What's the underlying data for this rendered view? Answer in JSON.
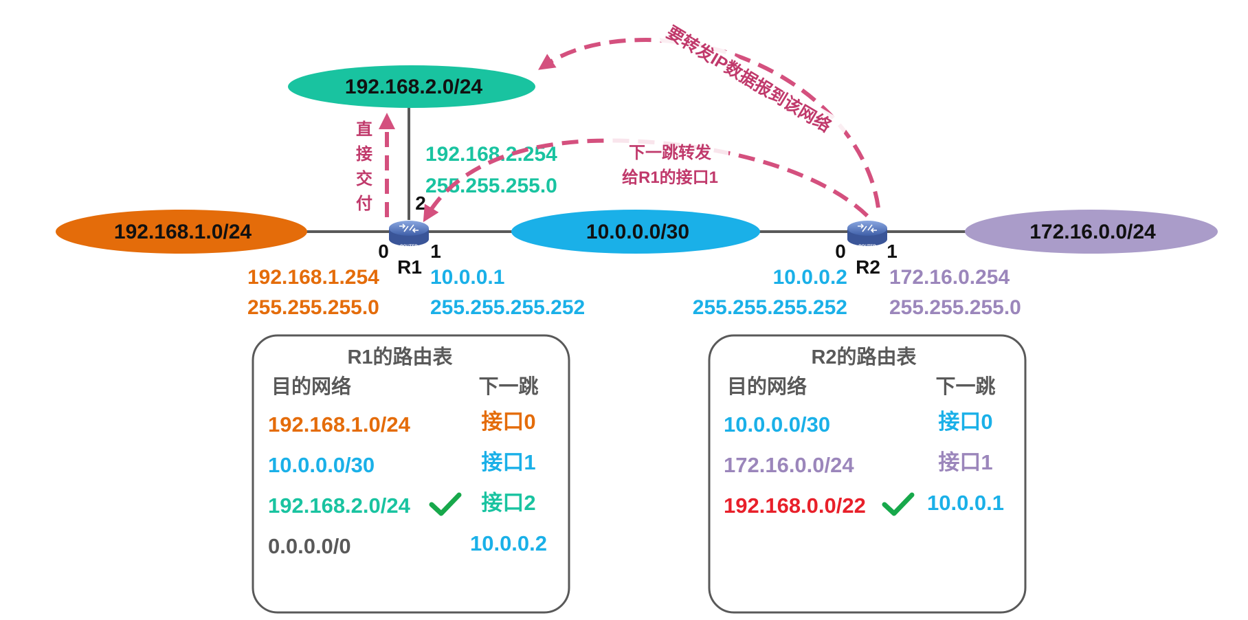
{
  "colors": {
    "orange": "#e46c0a",
    "teal": "#19c3a0",
    "blue": "#1ab0e8",
    "purple": "#9b86bb",
    "gray": "#595959",
    "red": "#e8202a",
    "pink": "#d4507e",
    "check": "#17a84b",
    "link": "#595959"
  },
  "networks": {
    "net_192_168_2": "192.168.2.0/24",
    "net_192_168_1": "192.168.1.0/24",
    "net_10": "10.0.0.0/30",
    "net_172": "172.16.0.0/24"
  },
  "routers": {
    "r1": {
      "name": "R1",
      "icon_text": "ROUTER",
      "if0": "0",
      "if1": "1",
      "if2": "2"
    },
    "r2": {
      "name": "R2",
      "icon_text": "ROUTER",
      "if0": "0",
      "if1": "1"
    }
  },
  "interfaces": {
    "r1_if2": {
      "ip": "192.168.2.254",
      "mask": "255.255.255.0"
    },
    "r1_if0": {
      "ip": "192.168.1.254",
      "mask": "255.255.255.0"
    },
    "r1_if1": {
      "ip": "10.0.0.1",
      "mask": "255.255.255.252"
    },
    "r2_if0": {
      "ip": "10.0.0.2",
      "mask": "255.255.255.252"
    },
    "r2_if1": {
      "ip": "172.16.0.254",
      "mask": "255.255.255.0"
    }
  },
  "annotations": {
    "direct_delivery": [
      "直",
      "接",
      "交",
      "付"
    ],
    "next_hop_line1": "下一跳转发",
    "next_hop_line2": "给R1的接口1",
    "forward_to_network": "要转发IP数据报到该网络"
  },
  "tables": {
    "r1": {
      "title": "R1的路由表",
      "col_dest": "目的网络",
      "col_next": "下一跳",
      "rows": [
        {
          "dest": "192.168.1.0/24",
          "next": "接口0",
          "color": "#e46c0a"
        },
        {
          "dest": "10.0.0.0/30",
          "next": "接口1",
          "color": "#1ab0e8"
        },
        {
          "dest": "192.168.2.0/24",
          "next": "接口2",
          "color": "#19c3a0",
          "matched": true
        },
        {
          "dest": "0.0.0.0/0",
          "next": "10.0.0.2",
          "color": "#595959",
          "next_color": "#1ab0e8"
        }
      ]
    },
    "r2": {
      "title": "R2的路由表",
      "col_dest": "目的网络",
      "col_next": "下一跳",
      "rows": [
        {
          "dest": "10.0.0.0/30",
          "next": "接口0",
          "color": "#1ab0e8"
        },
        {
          "dest": "172.16.0.0/24",
          "next": "接口1",
          "color": "#9b86bb"
        },
        {
          "dest": "192.168.0.0/22",
          "next": "10.0.0.1",
          "color": "#e8202a",
          "next_color": "#1ab0e8",
          "matched": true
        }
      ]
    }
  }
}
